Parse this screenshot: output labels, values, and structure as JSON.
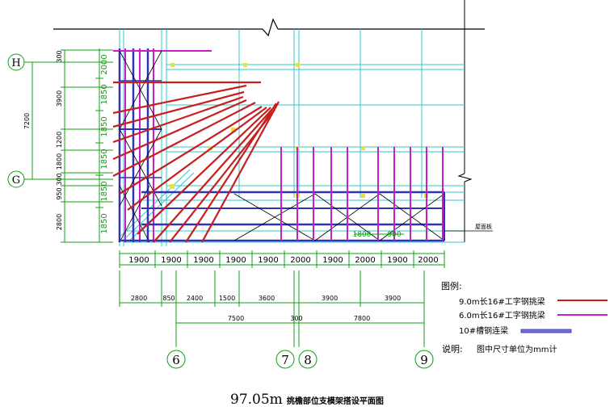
{
  "axes": {
    "left": [
      "H",
      "G"
    ],
    "bottom": [
      "6",
      "7",
      "8",
      "9"
    ]
  },
  "dims_left_outer": [
    "300",
    "3900",
    "1200",
    "1800",
    "300",
    "950",
    "2800"
  ],
  "dim_left_total": "7200",
  "dims_left_inner": [
    "2000",
    "1850",
    "1850",
    "1850",
    "1850",
    "1850"
  ],
  "dims_bottom_top": [
    "1900",
    "1900",
    "1900",
    "1900",
    "1900",
    "2000",
    "1900",
    "2000",
    "1900",
    "2000"
  ],
  "dims_bottom_mid": [
    "2800",
    "850",
    "2400",
    "1500",
    "3600",
    "3900",
    "3900"
  ],
  "dims_bottom_low": [
    "7500",
    "300",
    "7800"
  ],
  "inner_labels": {
    "left": "1800",
    "right": "900"
  },
  "side_note": "屋面板",
  "legend": {
    "title": "图例:",
    "items": [
      {
        "label": "9.0m长16#工字钢挑梁",
        "color": "#c81e1e"
      },
      {
        "label": "6.0m长16#工字钢挑梁",
        "color": "#c81ec8"
      },
      {
        "label": "10#槽钢连梁",
        "color": "#3232b4"
      }
    ],
    "note_label": "说明:",
    "note_text": "图中尺寸单位为mm计"
  },
  "caption": {
    "prefix": "97.05m",
    "suffix": "挑檐部位支模架搭设平面图"
  },
  "colors": {
    "grid": "#30c8c8",
    "dim": "#10a010",
    "black": "#000000",
    "red": "#c81e1e",
    "magenta": "#c81ec8",
    "blue": "#3232b4",
    "node": "#e8e040"
  }
}
